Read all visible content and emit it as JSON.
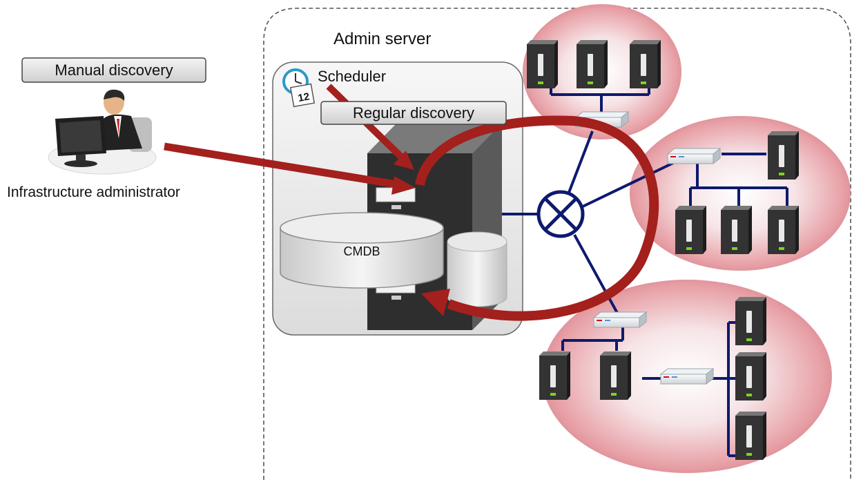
{
  "labels": {
    "manual_discovery": "Manual discovery",
    "admin_server": "Admin server",
    "scheduler": "Scheduler",
    "regular_discovery": "Regular discovery",
    "infrastructure_administrator": "Infrastructure administrator",
    "cmdb": "CMDB",
    "calendar_day": "12"
  },
  "icons": [
    "person-at-computer-icon",
    "clock-icon",
    "calendar-icon",
    "file-cabinet-icon",
    "database-cylinder-icon",
    "router-icon",
    "server-tower-icon",
    "network-switch-icon"
  ],
  "colors": {
    "arrow": "#a3201d",
    "network_line": "#0d1a6e",
    "server_dark": "#2f2f2f",
    "cluster_fill": "#e7a0a6",
    "box_fill": "#e6e6e6",
    "dashed_border": "#555555"
  }
}
